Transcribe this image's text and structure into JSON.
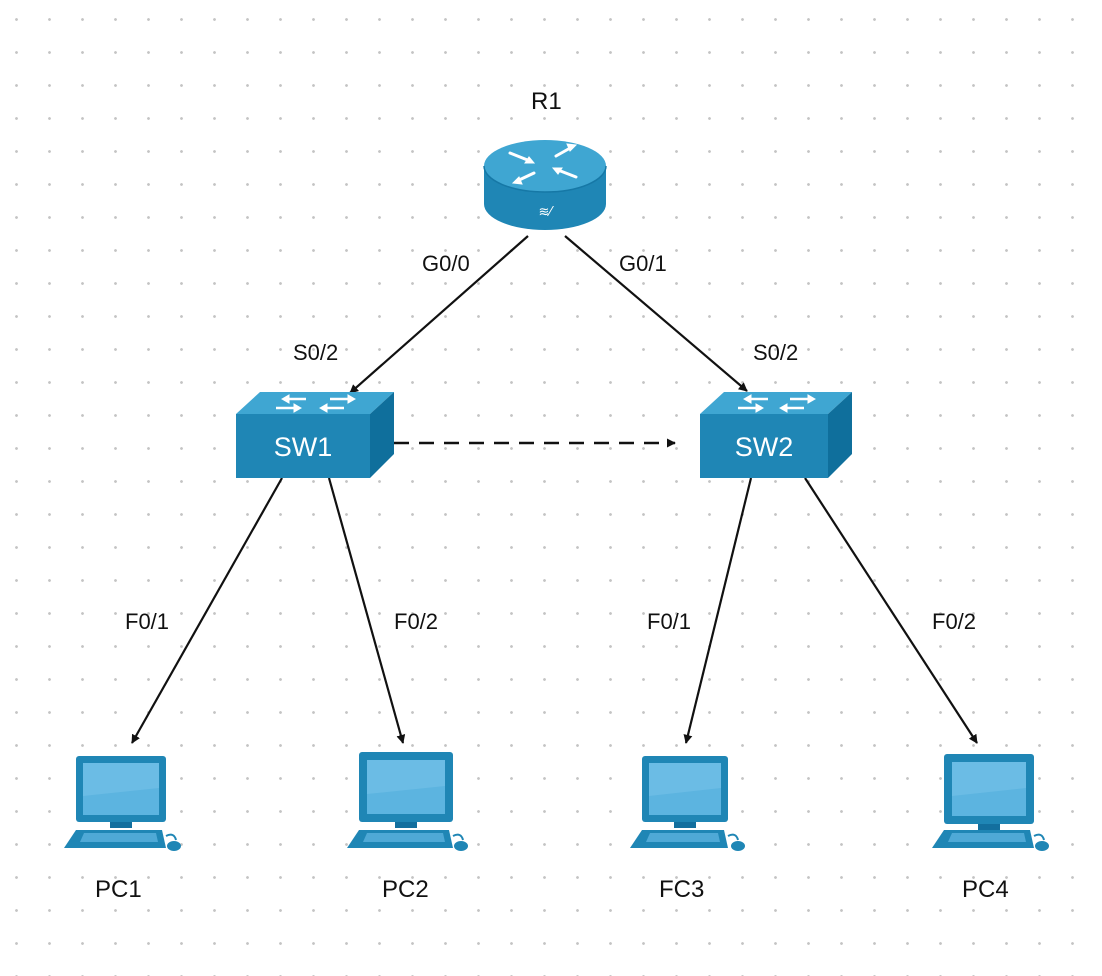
{
  "devices": {
    "r1": {
      "label": "R1",
      "icon": "router-icon"
    },
    "sw1": {
      "label": "SW1",
      "icon": "switch-icon"
    },
    "sw2": {
      "label": "SW2",
      "icon": "switch-icon"
    },
    "pc1": {
      "label": "PC1",
      "icon": "pc-icon"
    },
    "pc2": {
      "label": "PC2",
      "icon": "pc-icon"
    },
    "pc3": {
      "label": "FC3",
      "icon": "pc-icon"
    },
    "pc4": {
      "label": "PC4",
      "icon": "pc-icon"
    }
  },
  "links": {
    "r1_sw1": {
      "from_port": "G0/0",
      "to_port": "S0/2",
      "style": "solid"
    },
    "r1_sw2": {
      "from_port": "G0/1",
      "to_port": "S0/2",
      "style": "solid"
    },
    "sw1_sw2": {
      "style": "dashed"
    },
    "sw1_pc1": {
      "port": "F0/1",
      "style": "solid"
    },
    "sw1_pc2": {
      "port": "F0/2",
      "style": "solid"
    },
    "sw2_pc3": {
      "port": "F0/1",
      "style": "solid"
    },
    "sw2_pc4": {
      "port": "F0/2",
      "style": "solid"
    }
  },
  "colors": {
    "device_blue": "#1f86b5",
    "device_light": "#3fa6d2",
    "device_dark": "#0f5e87",
    "screen": "#5cb4e0",
    "link": "#111111",
    "grid_dot": "#c4c4c4"
  }
}
